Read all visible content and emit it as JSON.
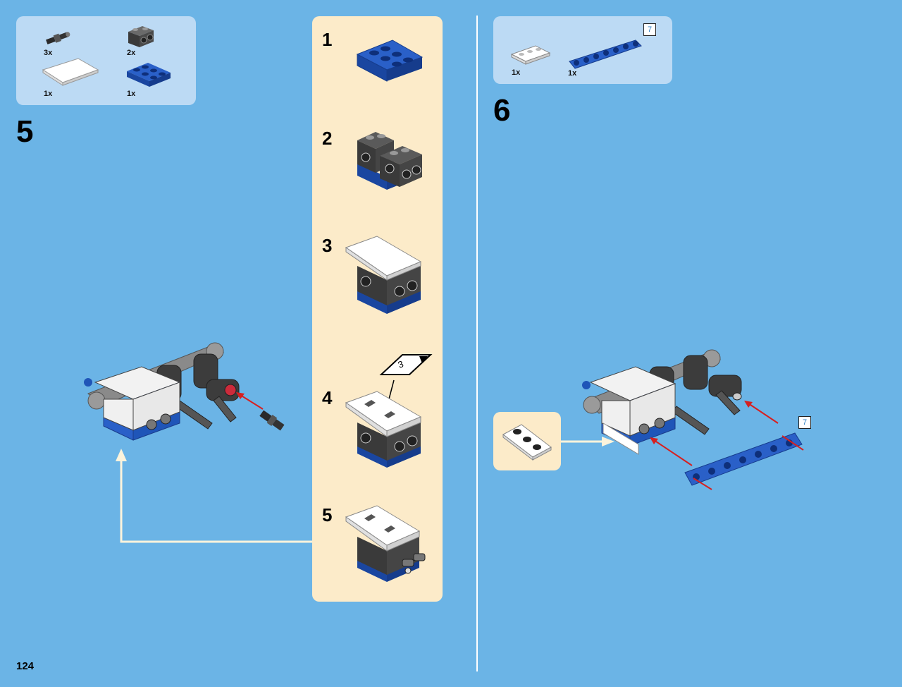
{
  "page_number": "124",
  "step5": {
    "number": "5",
    "parts": [
      {
        "qty": "3x",
        "icon": "pin-with-bush-icon"
      },
      {
        "qty": "2x",
        "icon": "technic-brick-1x2-icon"
      },
      {
        "qty": "1x",
        "icon": "white-tile-icon"
      },
      {
        "qty": "1x",
        "icon": "blue-plate-2x3-icon"
      }
    ],
    "substeps": [
      "1",
      "2",
      "3",
      "4",
      "5"
    ],
    "sticker_ref": "3"
  },
  "step6": {
    "number": "6",
    "parts": [
      {
        "qty": "1x",
        "icon": "white-plate-1x3-icon"
      },
      {
        "qty": "1x",
        "icon": "blue-beam-7-icon"
      }
    ],
    "beam_length_label": "7",
    "assembly_beam_label": "7"
  },
  "colors": {
    "background": "#6bb4e6",
    "parts_box": "#bcdaf4",
    "subassembly_panel": "#fcebc9",
    "lego_blue": "#1f55b8",
    "dark_gray": "#3c3c3c",
    "arrow_red": "#d62020"
  }
}
